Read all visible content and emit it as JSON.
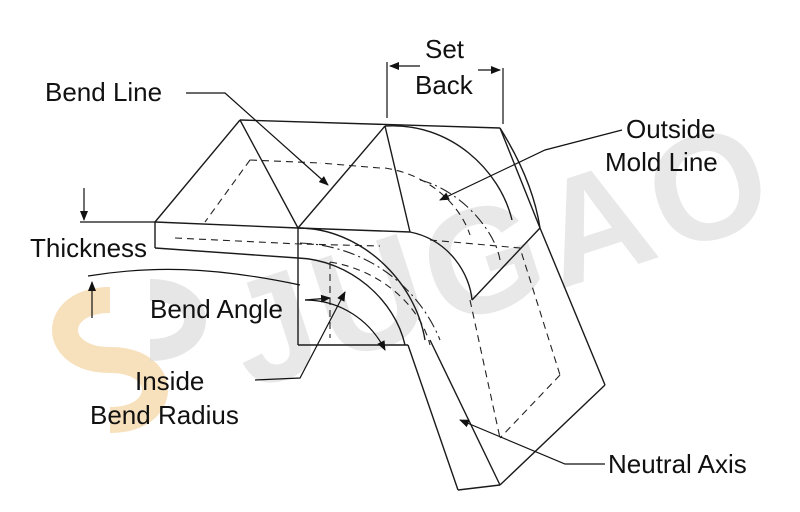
{
  "watermark": "JUGAO",
  "colors": {
    "line": "#1a1a1a",
    "watermark_gray": "#d7d7d7",
    "watermark_orange": "#f3d3a0"
  },
  "labels": {
    "set_back_1": "Set",
    "set_back_2": "Back",
    "bend_line": "Bend Line",
    "outside_mold_line_1": "Outside",
    "outside_mold_line_2": "Mold Line",
    "thickness": "Thickness",
    "bend_angle": "Bend Angle",
    "inside_bend_radius_1": "Inside",
    "inside_bend_radius_2": "Bend Radius",
    "neutral_axis": "Neutral Axis"
  }
}
